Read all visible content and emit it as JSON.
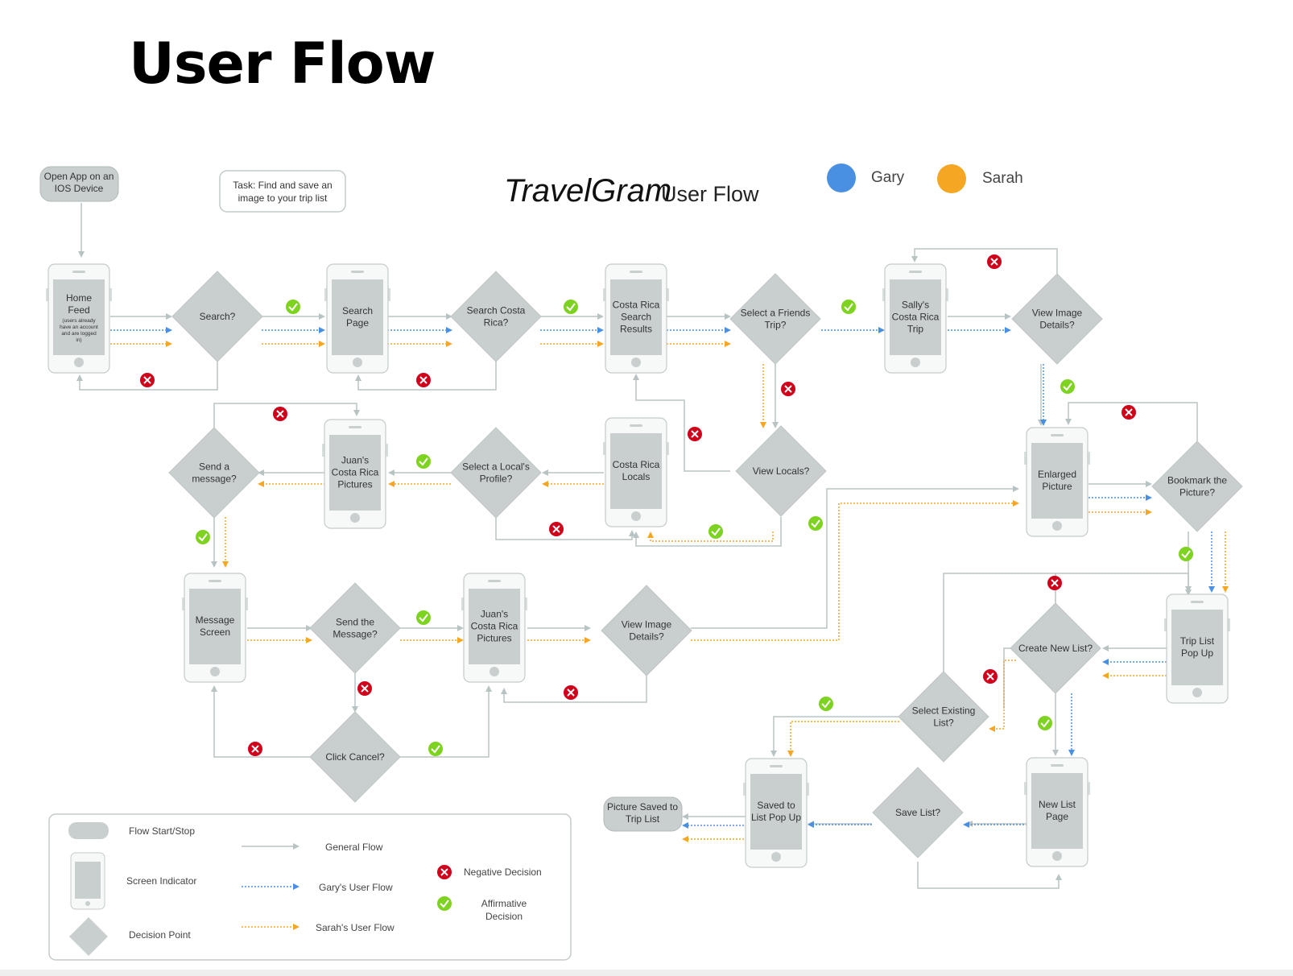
{
  "page": {
    "title": "User Flow"
  },
  "header": {
    "brand": "TravelGram",
    "subtitle": "User Flow"
  },
  "persona_legend": [
    {
      "name": "Gary",
      "color": "#4a90e2"
    },
    {
      "name": "Sarah",
      "color": "#f5a623"
    }
  ],
  "task": {
    "line1": "Task: Find and save an",
    "line2": "image to your trip list"
  },
  "colors": {
    "general": "#b8c4c4",
    "gary": "#4a90e2",
    "sarah": "#f5a623",
    "screen": "#c9cfcf",
    "decision": "#c9cfcf",
    "negative": "#d0021b",
    "affirmative": "#7ed321"
  },
  "starts": [
    {
      "id": "open-app",
      "lines": [
        "Open App on an",
        "IOS Device"
      ]
    },
    {
      "id": "picture-saved",
      "lines": [
        "Picture Saved to",
        "Trip List"
      ]
    }
  ],
  "screens": [
    {
      "id": "home-feed",
      "lines": [
        "Home",
        "Feed"
      ],
      "note": [
        "(users already",
        "have an account",
        "and are logged",
        "in)"
      ]
    },
    {
      "id": "search-page",
      "lines": [
        "Search",
        "Page"
      ]
    },
    {
      "id": "cr-search-results",
      "lines": [
        "Costa Rica",
        "Search",
        "Results"
      ]
    },
    {
      "id": "sallys-trip",
      "lines": [
        "Sally's",
        "Costa Rica",
        "Trip"
      ]
    },
    {
      "id": "juans-pictures-1",
      "lines": [
        "Juan's",
        "Costa Rica",
        "Pictures"
      ]
    },
    {
      "id": "cr-locals",
      "lines": [
        "Costa Rica",
        "Locals"
      ]
    },
    {
      "id": "enlarged-picture",
      "lines": [
        "Enlarged",
        "Picture"
      ]
    },
    {
      "id": "message-screen",
      "lines": [
        "Message",
        "Screen"
      ]
    },
    {
      "id": "juans-pictures-2",
      "lines": [
        "Juan's",
        "Costa Rica",
        "Pictures"
      ]
    },
    {
      "id": "trip-list-popup",
      "lines": [
        "Trip List",
        "Pop Up"
      ]
    },
    {
      "id": "saved-popup",
      "lines": [
        "Saved to",
        "List Pop Up"
      ]
    },
    {
      "id": "new-list-page",
      "lines": [
        "New List",
        "Page"
      ]
    }
  ],
  "decisions": [
    {
      "id": "search",
      "lines": [
        "Search?"
      ]
    },
    {
      "id": "search-cr",
      "lines": [
        "Search Costa",
        "Rica?"
      ]
    },
    {
      "id": "select-friends",
      "lines": [
        "Select a Friends",
        "Trip?"
      ]
    },
    {
      "id": "view-image-1",
      "lines": [
        "View Image",
        "Details?"
      ]
    },
    {
      "id": "send-message",
      "lines": [
        "Send a",
        "message?"
      ]
    },
    {
      "id": "select-local",
      "lines": [
        "Select a Local's",
        "Profile?"
      ]
    },
    {
      "id": "view-locals",
      "lines": [
        "View Locals?"
      ]
    },
    {
      "id": "bookmark",
      "lines": [
        "Bookmark the",
        "Picture?"
      ]
    },
    {
      "id": "send-the-message",
      "lines": [
        "Send the",
        "Message?"
      ]
    },
    {
      "id": "view-image-2",
      "lines": [
        "View Image",
        "Details?"
      ]
    },
    {
      "id": "click-cancel",
      "lines": [
        "Click Cancel?"
      ]
    },
    {
      "id": "create-new-list",
      "lines": [
        "Create New List?"
      ]
    },
    {
      "id": "select-existing",
      "lines": [
        "Select Existing",
        "List?"
      ]
    },
    {
      "id": "save-list",
      "lines": [
        "Save List?"
      ]
    }
  ],
  "legend": {
    "flow_start": "Flow Start/Stop",
    "screen": "Screen Indicator",
    "decision": "Decision Point",
    "general": "General Flow",
    "gary": "Gary's User Flow",
    "sarah": "Sarah's User Flow",
    "negative": "Negative Decision",
    "affirmative_line1": "Affirmative",
    "affirmative_line2": "Decision"
  }
}
